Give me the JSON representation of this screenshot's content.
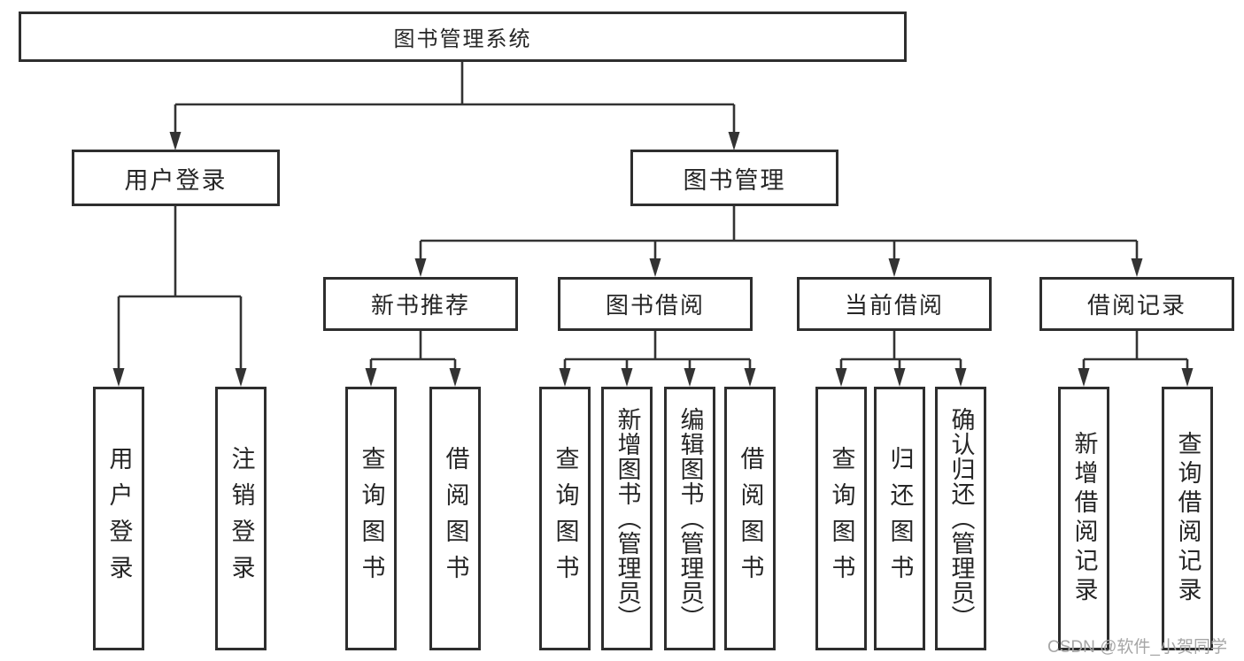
{
  "diagram": {
    "root": {
      "label": "图书管理系统"
    },
    "branches": [
      {
        "label": "用户登录",
        "children": [
          {
            "label": "用户登录"
          },
          {
            "label": "注销登录"
          }
        ]
      },
      {
        "label": "图书管理",
        "children": [
          {
            "label": "新书推荐",
            "children": [
              {
                "label": "查询图书"
              },
              {
                "label": "借阅图书"
              }
            ]
          },
          {
            "label": "图书借阅",
            "children": [
              {
                "label": "查询图书"
              },
              {
                "label": "新增图书（管理员）"
              },
              {
                "label": "编辑图书（管理员）"
              },
              {
                "label": "借阅图书"
              }
            ]
          },
          {
            "label": "当前借阅",
            "children": [
              {
                "label": "查询图书"
              },
              {
                "label": "归还图书"
              },
              {
                "label": "确认归还（管理员）"
              }
            ]
          },
          {
            "label": "借阅记录",
            "children": [
              {
                "label": "新增借阅记录"
              },
              {
                "label": "查询借阅记录"
              }
            ]
          }
        ]
      }
    ]
  },
  "watermark": {
    "text": "CSDN @软件_小贺同学"
  },
  "colors": {
    "line": "#333333",
    "border": "#2e2e2e",
    "text": "#262626",
    "bg": "#ffffff",
    "watermark": "#a6a6a6"
  }
}
